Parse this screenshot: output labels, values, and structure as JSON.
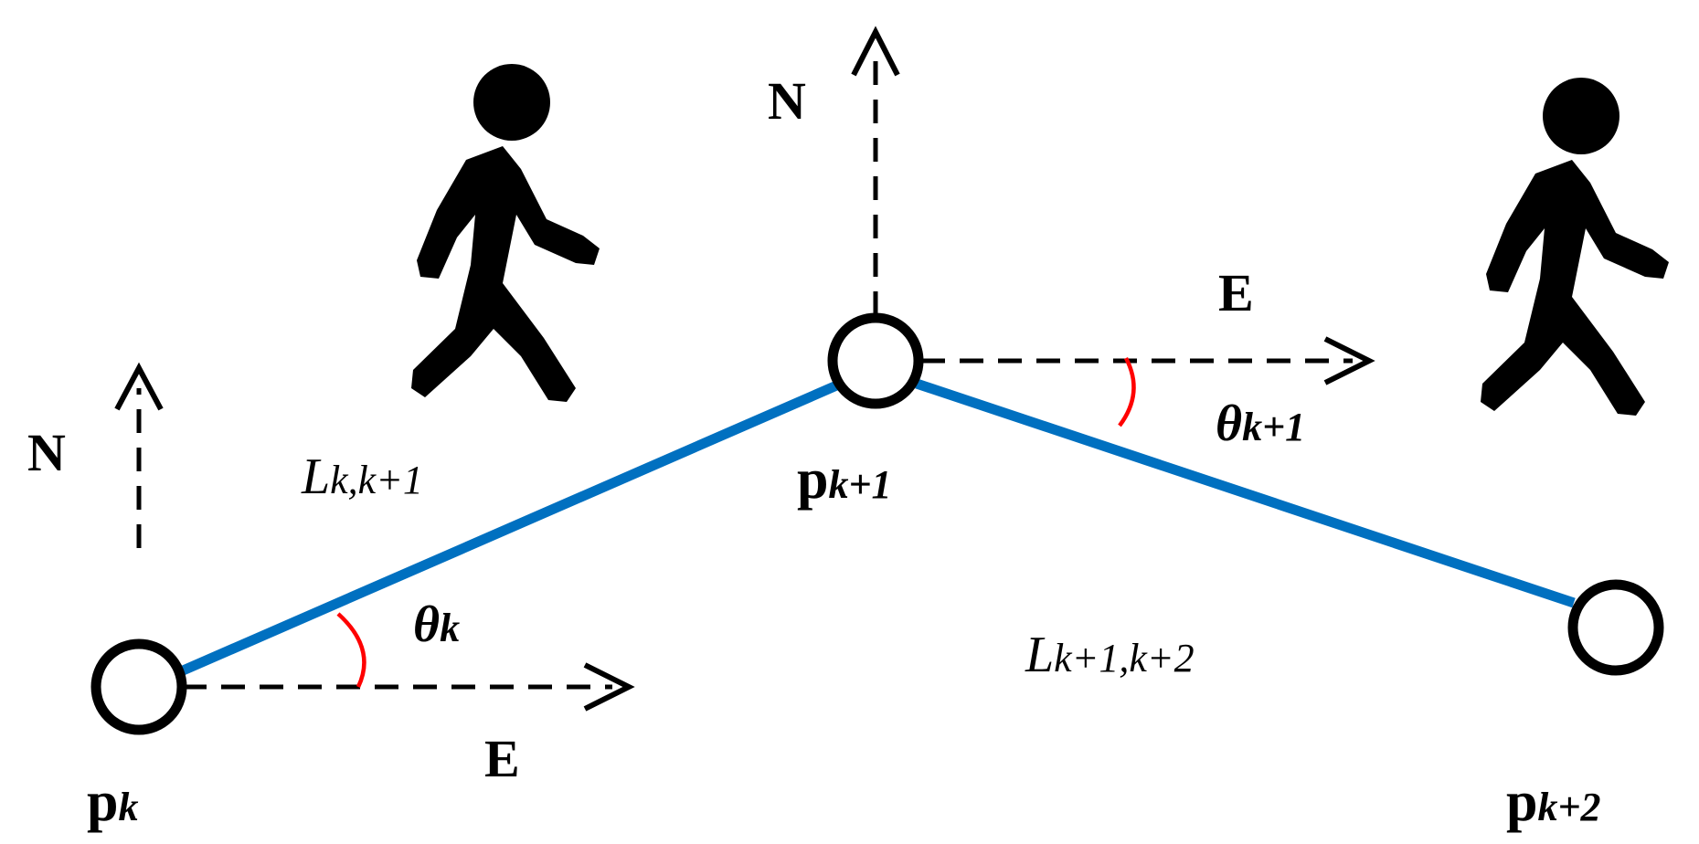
{
  "colors": {
    "path": "#0070C0",
    "angle_arc": "#FF0000",
    "ink": "#000000"
  },
  "icons": {
    "walker_1": "pedestrian-walking-icon",
    "walker_2": "pedestrian-walking-icon"
  },
  "points": {
    "pk": {
      "base": "p",
      "sub": "k"
    },
    "pk1": {
      "base": "p",
      "sub": "k+1"
    },
    "pk2": {
      "base": "p",
      "sub": "k+2"
    }
  },
  "segments": {
    "L1": {
      "base": "L",
      "sub": "k,k+1"
    },
    "L2": {
      "base": "L",
      "sub": "k+1,k+2"
    }
  },
  "angles": {
    "theta_k": {
      "base": "θ",
      "sub": "k"
    },
    "theta_k1": {
      "base": "θ",
      "sub": "k+1"
    }
  },
  "compass": {
    "north": "N",
    "east": "E"
  }
}
